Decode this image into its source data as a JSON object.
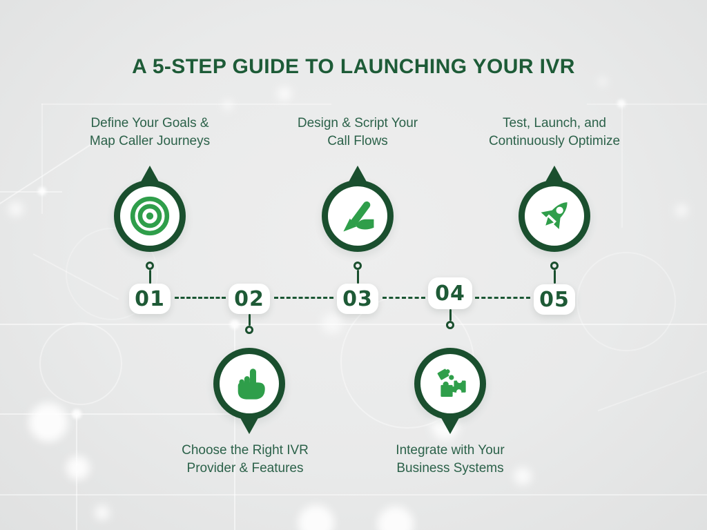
{
  "title": "A 5-STEP GUIDE TO LAUNCHING YOUR IVR",
  "colors": {
    "dark_green": "#1a4f2e",
    "title_green": "#1d5b37",
    "label_green": "#2b6149",
    "icon_green": "#2f9e4a",
    "background_gray": "#e9eaea",
    "badge_white": "#ffffff"
  },
  "steps": [
    {
      "number": "01",
      "label_line1": "Define Your Goals &",
      "label_line2": "Map Caller Journeys",
      "icon": "target-icon",
      "row": "top"
    },
    {
      "number": "02",
      "label_line1": "Choose the Right IVR",
      "label_line2": "Provider & Features",
      "icon": "pointing-hand-icon",
      "row": "bottom"
    },
    {
      "number": "03",
      "label_line1": "Design & Script Your",
      "label_line2": "Call Flows",
      "icon": "writing-pen-icon",
      "row": "top"
    },
    {
      "number": "04",
      "label_line1": "Integrate with Your",
      "label_line2": "Business Systems",
      "icon": "puzzle-icon",
      "row": "bottom"
    },
    {
      "number": "05",
      "label_line1": "Test, Launch, and",
      "label_line2": "Continuously Optimize",
      "icon": "rocket-icon",
      "row": "top"
    }
  ]
}
